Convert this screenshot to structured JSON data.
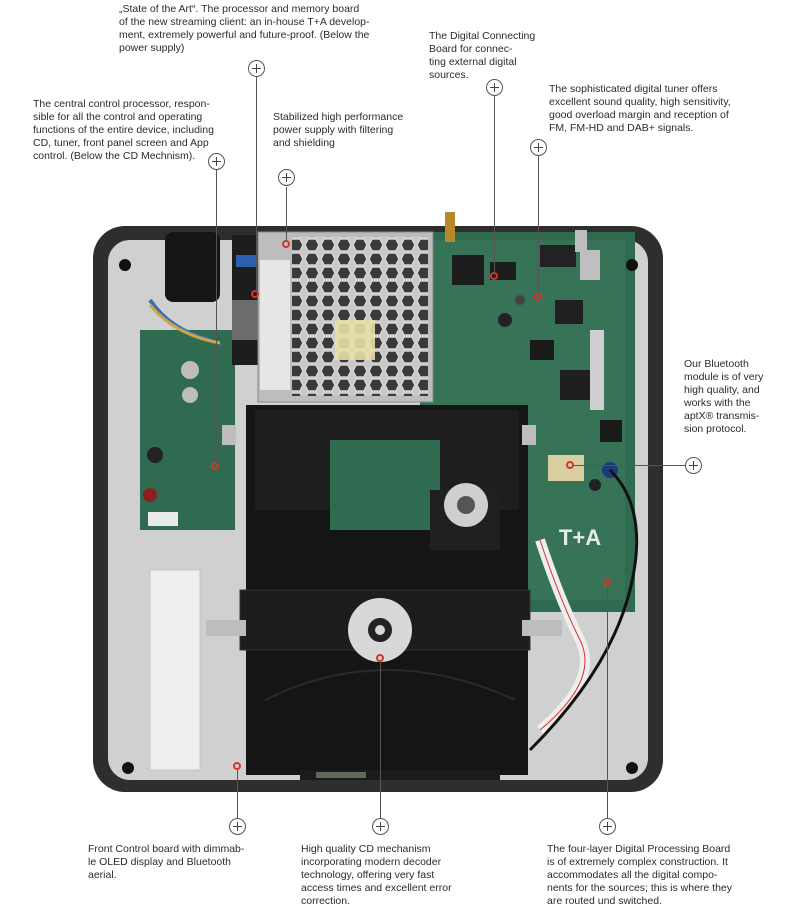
{
  "callouts": {
    "processor_board": "„State of the Art“. The processor and memory board\nof the new streaming client: an in-house T+A develop-\nment, extremely powerful and future-proof. (Below the\npower supply)",
    "digital_connecting_board": "The Digital Connecting\nBoard for connec-\nting external digital\nsources.",
    "tuner": "The sophisticated digital tuner offers\nexcellent sound quality, high sensitivity,\ngood overload margin and reception of\nFM, FM-HD and DAB+ signals.",
    "central_processor": "The central control processor, respon-\nsible for all the control and operating\nfunctions of the entire device, including\nCD, tuner, front panel screen and App\ncontrol. (Below the CD Mechnism).",
    "power_supply": "Stabilized high performance\npower supply with filtering\nand shielding",
    "bluetooth": "Our Bluetooth\nmodule is of very\nhigh quality, and\nworks with the\naptX® transmis-\nsion protocol.",
    "front_control": "Front Control board with dimmab-\nle OLED display and Bluetooth\naerial.",
    "cd_mechanism": "High quality CD mechanism\nincorporating  modern decoder\ntechnology, offering very fast\naccess times and excellent error\ncorrection.",
    "digital_processing": "The four-layer Digital Processing Board\nis of extremely complex construction. It\naccommodates all the digital compo-\nnents for the sources; this is where they\nare routed und switched."
  },
  "board_labels": {
    "brand": "T+A"
  },
  "colors": {
    "marker_line": "#555555",
    "highlight": "#d8322a",
    "pcb_green": "#2f6b50",
    "chassis": "#3a3a3a"
  }
}
